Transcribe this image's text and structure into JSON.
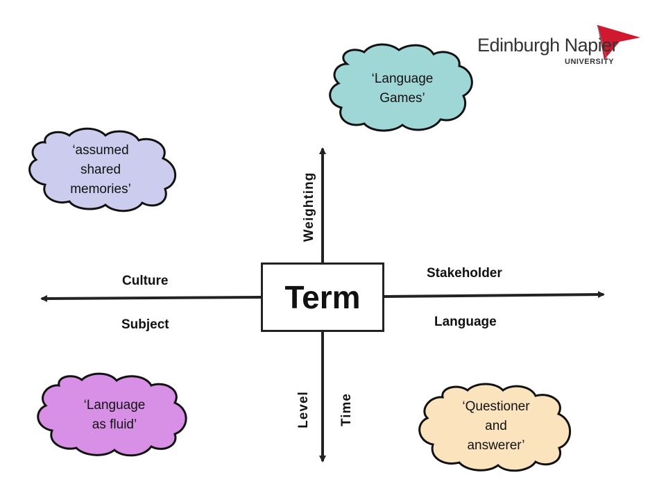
{
  "center": {
    "label": "Term"
  },
  "axes": {
    "up": "Weighting",
    "left_top": "Culture",
    "left_bottom": "Subject",
    "right_top": "Stakeholder",
    "right_bottom": "Language",
    "down_left": "Level",
    "down_right": "Time"
  },
  "clouds": {
    "top_right": {
      "lines": [
        "‘Language",
        "Games’"
      ],
      "color": "#9fd6d6"
    },
    "top_left": {
      "lines": [
        "‘assumed",
        "shared",
        "memories’"
      ],
      "color": "#cccdee"
    },
    "bottom_left": {
      "lines": [
        "‘Language",
        "as fluid’"
      ],
      "color": "#d88fe6"
    },
    "bottom_right": {
      "lines": [
        "‘Questioner",
        "and",
        "answerer’"
      ],
      "color": "#fbe3bd"
    }
  },
  "logo": {
    "name": "Edinburgh Napier",
    "subtitle": "UNIVERSITY",
    "accent_color": "#d0182f"
  }
}
